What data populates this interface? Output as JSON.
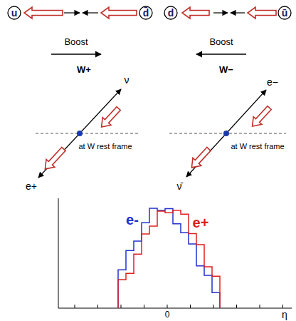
{
  "diagram": {
    "nodes": [
      {
        "text": [
          "u"
        ]
      },
      {
        "text": [
          "d̄"
        ]
      },
      {
        "text": [
          "d"
        ]
      },
      {
        "text": [
          "ū"
        ]
      }
    ],
    "labels": [
      "Boost",
      "W+",
      "ν",
      "at W rest frame",
      "e+",
      "Boost",
      "W−",
      "e−",
      "at W rest frame",
      "ν̄",
      "e-",
      "e+",
      "0",
      "η"
    ]
  }
}
